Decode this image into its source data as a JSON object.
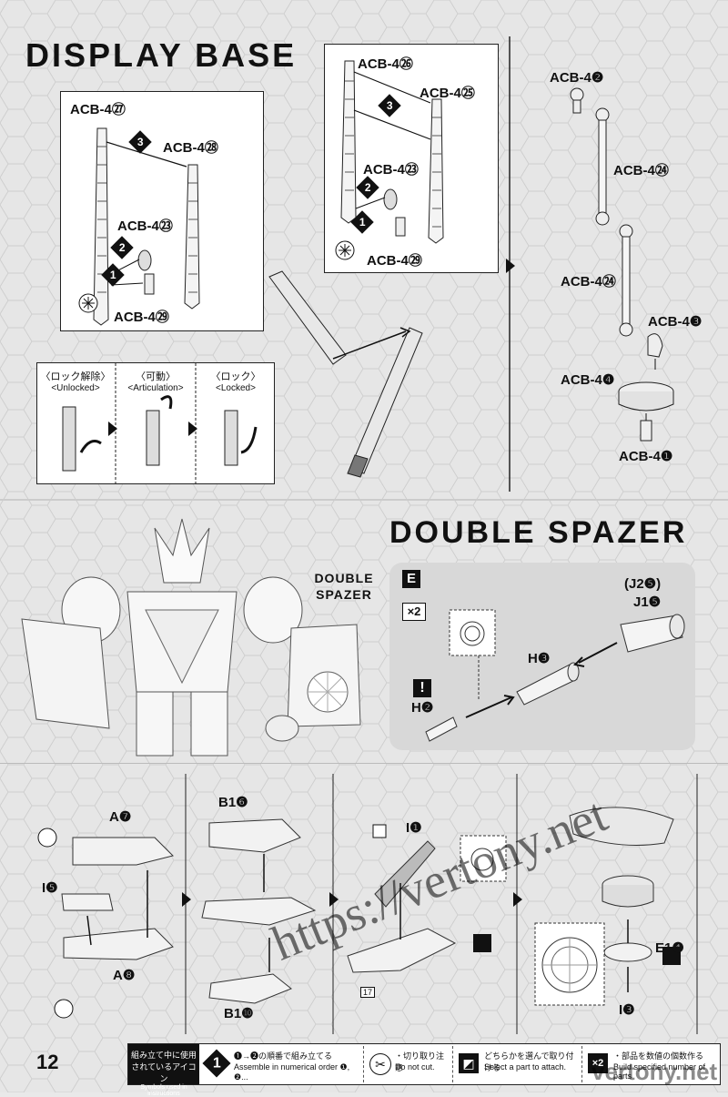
{
  "page_number": "12",
  "display_base": {
    "title": "DISPLAY BASE",
    "left_box": {
      "parts": [
        "ACB-4㉗",
        "ACB-4㉘",
        "ACB-4㉓",
        "ACB-4㉙"
      ],
      "steps": [
        "3",
        "2",
        "1"
      ]
    },
    "mid_box": {
      "parts": [
        "ACB-4㉖",
        "ACB-4㉕",
        "ACB-4㉓",
        "ACB-4㉙"
      ],
      "steps": [
        "3",
        "2",
        "1"
      ]
    },
    "lock_states": [
      {
        "jp": "〈ロック解除〉",
        "en": "<Unlocked>"
      },
      {
        "jp": "〈可動〉",
        "en": "<Articulation>"
      },
      {
        "jp": "〈ロック〉",
        "en": "<Locked>"
      }
    ],
    "right_parts": [
      "ACB-4❷",
      "ACB-4㉔",
      "ACB-4㉔",
      "ACB-4❸",
      "ACB-4❹",
      "ACB-4❶"
    ]
  },
  "double_spazer": {
    "title": "DOUBLE SPAZER",
    "callout": "DOUBLE SPAZER",
    "runner_letter": "E",
    "multiplier": "×2",
    "parts": {
      "j2": "(J2❺)",
      "j1": "J1❺",
      "h3": "H❸",
      "h2": "H❷"
    }
  },
  "bottom_steps": {
    "panel1": {
      "a7": "A❼",
      "i5": "I❺",
      "a8": "A❽"
    },
    "panel2": {
      "b16": "B1❻",
      "b10": "B1❿"
    },
    "panel3": {
      "i1": "I❶",
      "sticker": "17"
    },
    "panel4": {
      "e14": "E1❹",
      "i3": "I❸"
    }
  },
  "legend": {
    "heading_jp": "組み立て中に使用されているアイコン",
    "heading_en": "Symbols used in instructions",
    "items": [
      {
        "jp": "❶→❷の順番で組み立てる",
        "en": "Assemble in numerical order ❶, ❷..."
      },
      {
        "jp": "・切り取り注意",
        "en": "Do not cut."
      },
      {
        "jp": "どちらかを選んで取り付ける",
        "en": "Select a part to attach."
      },
      {
        "jp": "・部品を数値の個数作る",
        "en": "Build specified number of parts"
      }
    ]
  },
  "watermark": "https://vertony.net",
  "watermark2": "vertony.net"
}
